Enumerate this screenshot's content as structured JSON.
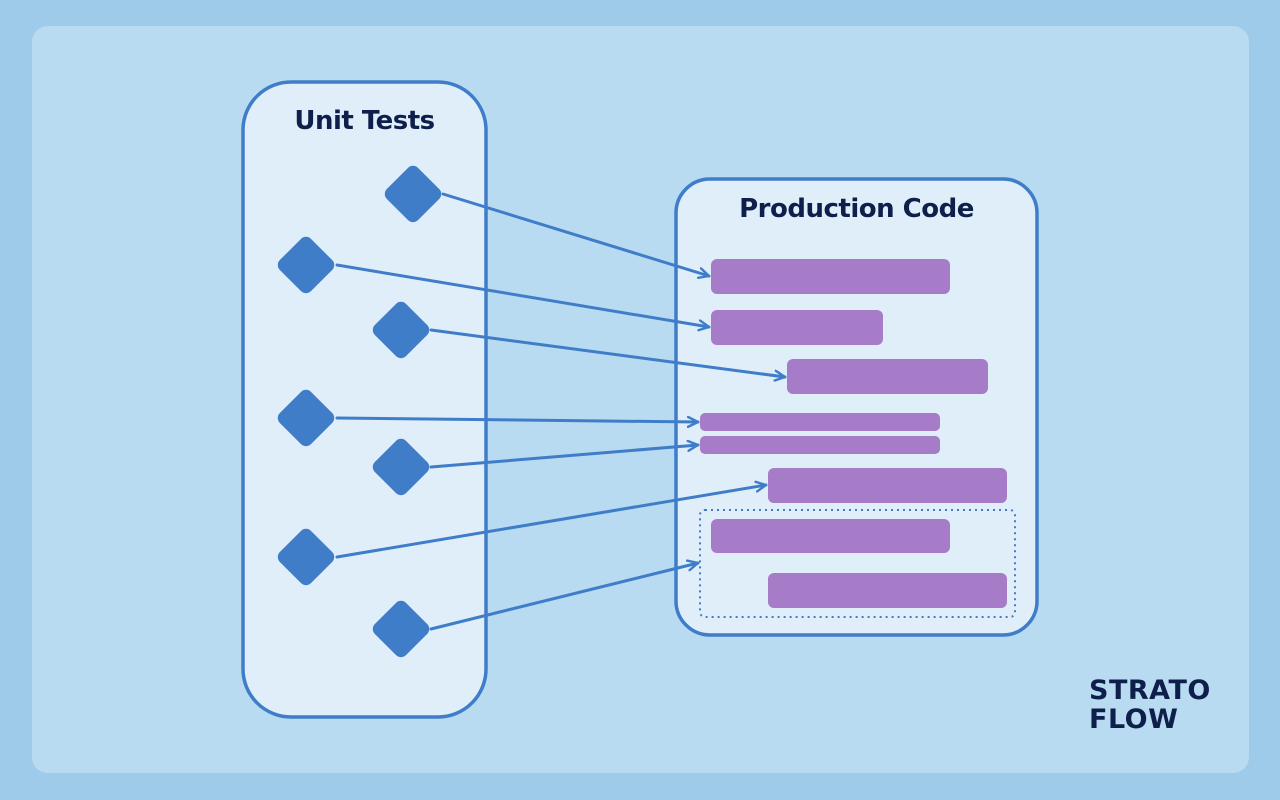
{
  "unit_tests": {
    "title": "Unit Tests"
  },
  "production_code": {
    "title": "Production Code"
  },
  "logo": {
    "line1": "STRATO",
    "line2": "FLOW"
  },
  "colors": {
    "page_background": "#9fcbea",
    "card_background": "#b8dbf1",
    "panel_fill": "#e0eefa",
    "panel_border": "#3f7dc9",
    "test_diamond": "#3f7dc9",
    "arrow": "#3f7dc9",
    "code_block": "#a67cc8",
    "title_text": "#0d1f4a",
    "logo_accent_purple": "#7b4fc2",
    "logo_accent_teal": "#4fc9c9"
  },
  "icons": {
    "test_marker": "diamond",
    "code_marker": "rounded-bar"
  }
}
